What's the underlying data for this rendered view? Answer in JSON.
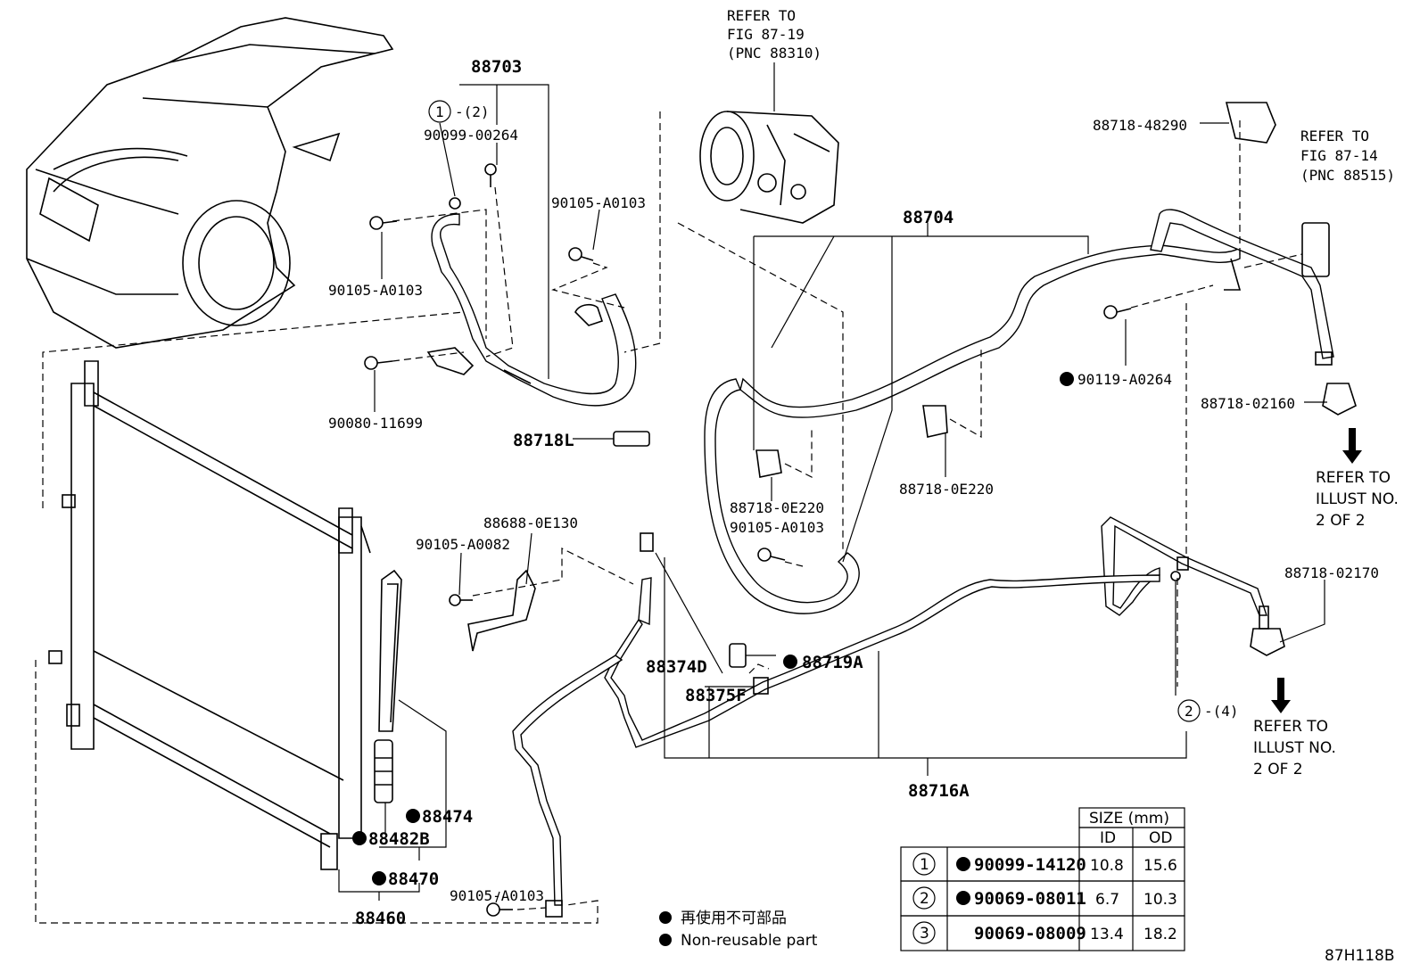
{
  "callouts": {
    "refer_fig_87_19": [
      "REFER TO",
      "FIG 87-19",
      "(PNC 88310)"
    ],
    "refer_fig_87_14": [
      "REFER TO",
      "FIG 87-14",
      "(PNC 88515)"
    ],
    "refer_illust_a": [
      "REFER TO",
      "ILLUST NO.",
      "2 OF 2"
    ],
    "refer_illust_b": [
      "REFER TO",
      "ILLUST NO.",
      "2 OF 2"
    ]
  },
  "parts": {
    "p88703": "88703",
    "ring1": "1",
    "ring1_qty": "-(2)",
    "p90099_00264": "90099-00264",
    "p90105_A0103_a": "90105-A0103",
    "p90105_A0103_b": "90105-A0103",
    "p90080_11699": "90080-11699",
    "p88718L": "88718L",
    "p88704": "88704",
    "p88718_48290": "88718-48290",
    "p90119_A0264": "90119-A0264",
    "p88718_02160": "88718-02160",
    "p88718_0E220_a": "88718-0E220",
    "p90105_A0103_c": "90105-A0103",
    "p88718_0E220_b": "88718-0E220",
    "p88688_0E130": "88688-0E130",
    "p90105_A0082": "90105-A0082",
    "p88374D": "88374D",
    "p88375F": "88375F",
    "p88719A": "88719A",
    "p88718_02170": "88718-02170",
    "ring2": "2",
    "ring2_qty": "-(4)",
    "p88716A": "88716A",
    "p88474": "88474",
    "p88482B": "88482B",
    "p88470": "88470",
    "p88460": "88460",
    "p90105_A0103_d": "90105-A0103"
  },
  "legend": {
    "jp": "再使用不可部品",
    "en": "Non-reusable part"
  },
  "size_table": {
    "title": "SIZE (mm)",
    "col_id": "ID",
    "col_od": "OD",
    "rows": [
      {
        "ring": "1",
        "part": "90099-14120",
        "non_reusable": true,
        "id": "10.8",
        "od": "15.6"
      },
      {
        "ring": "2",
        "part": "90069-08011",
        "non_reusable": true,
        "id": "6.7",
        "od": "10.3"
      },
      {
        "ring": "3",
        "part": "90069-08009",
        "non_reusable": false,
        "id": "13.4",
        "od": "18.2"
      }
    ]
  },
  "figure_code": "87H118B"
}
